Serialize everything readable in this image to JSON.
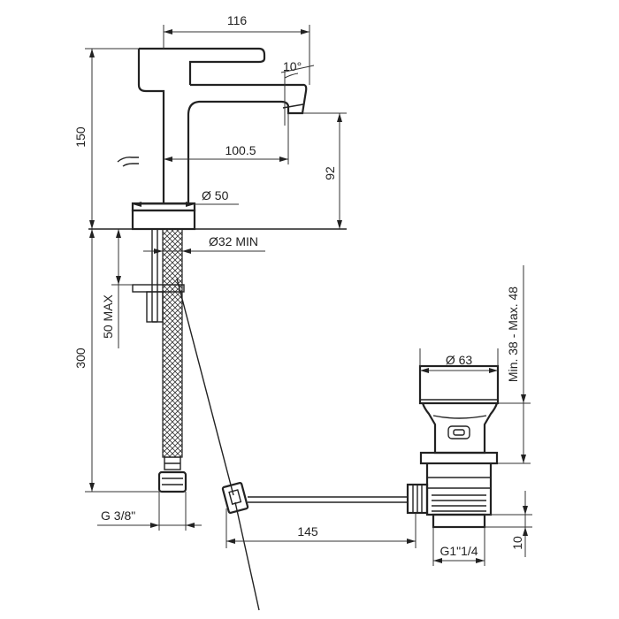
{
  "dimensions": {
    "spout_reach": "116",
    "lever_angle": "10°",
    "overall_height": "150",
    "spout_projection": "100.5",
    "spout_height": "92",
    "base_diameter": "Ø 50",
    "hole_diameter": "Ø32 MIN",
    "deck_thickness": "50 MAX",
    "hose_length": "300",
    "hose_thread": "G 3/8\"",
    "waste_flange_diameter": "Ø 63",
    "waste_range": "Min. 38 - Max. 48",
    "rod_length": "145",
    "waste_thread": "G1\"1/4",
    "thread_length": "10"
  },
  "colors": {
    "line": "#222222",
    "background": "#ffffff"
  }
}
